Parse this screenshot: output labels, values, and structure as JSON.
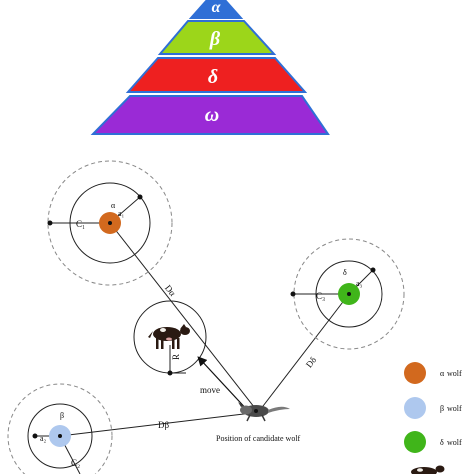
{
  "pyramid": {
    "tiers": [
      {
        "label": "α",
        "color": "#2f6fd6"
      },
      {
        "label": "β",
        "color": "#9cd61a"
      },
      {
        "label": "δ",
        "color": "#ee2020"
      },
      {
        "label": "ω",
        "color": "#9a2ad6"
      }
    ],
    "border_color": "#2f6fd6"
  },
  "diagram": {
    "alpha": {
      "greek": "α",
      "a_label": "a₁",
      "c_label": "C₁",
      "color": "#d2691e"
    },
    "beta": {
      "greek": "β",
      "a_label": "a₂",
      "c_label": "C₂",
      "color": "#aec8ee"
    },
    "delta": {
      "greek": "δ",
      "a_label": "a₃",
      "c_label": "C₃",
      "color": "#40b51a"
    },
    "d_alpha": "Dα",
    "d_beta": "Dβ",
    "d_delta": "Dδ",
    "r_label": "R",
    "move_label": "move",
    "candidate_label": "Position of candidate wolf"
  },
  "legend": [
    {
      "symbol": "α",
      "text": "wolf",
      "color": "#d2691e"
    },
    {
      "symbol": "β",
      "text": "wolf",
      "color": "#aec8ee"
    },
    {
      "symbol": "δ",
      "text": "wolf",
      "color": "#40b51a"
    }
  ]
}
